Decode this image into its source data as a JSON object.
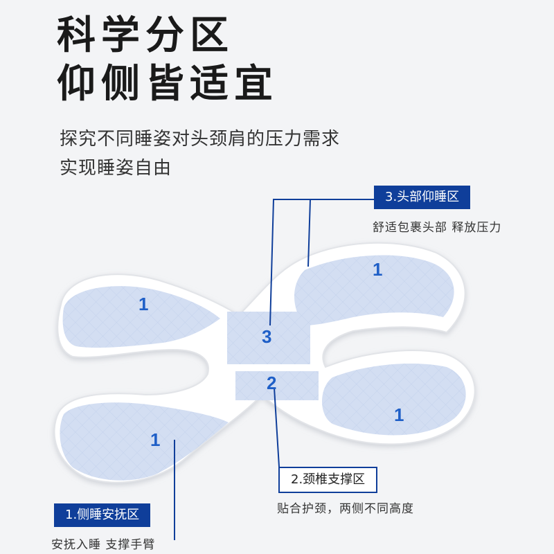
{
  "heading": {
    "line1": "科学分区",
    "line2": "仰侧皆适宜"
  },
  "subheading": {
    "line1": "探究不同睡姿对头颈肩的压力需求",
    "line2": "实现睡姿自由"
  },
  "zones": {
    "head": {
      "label": "3.头部仰睡区",
      "desc": "舒适包裹头部 释放压力",
      "number": "3"
    },
    "neck": {
      "label": "2.颈椎支撑区",
      "desc": "贴合护颈，两侧不同高度",
      "number": "2"
    },
    "side": {
      "label": "1.侧睡安抚区",
      "desc": "安抚入睡  支撑手臂",
      "number": "1"
    }
  },
  "colors": {
    "accent": "#0f3e9a",
    "zone_fill": "#d3def2",
    "number": "#1f5fc7"
  }
}
